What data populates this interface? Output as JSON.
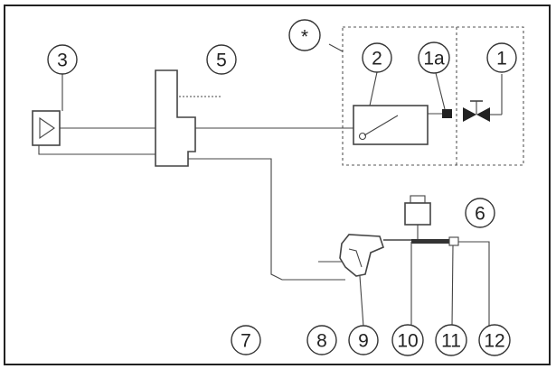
{
  "callouts": [
    {
      "id": "c-star",
      "label": "*"
    },
    {
      "id": "c-3",
      "label": "3"
    },
    {
      "id": "c-5",
      "label": "5"
    },
    {
      "id": "c-2",
      "label": "2"
    },
    {
      "id": "c-1a",
      "label": "1a"
    },
    {
      "id": "c-1",
      "label": "1"
    },
    {
      "id": "c-6",
      "label": "6"
    },
    {
      "id": "c-7",
      "label": "7"
    },
    {
      "id": "c-8",
      "label": "8"
    },
    {
      "id": "c-9",
      "label": "9"
    },
    {
      "id": "c-10",
      "label": "10"
    },
    {
      "id": "c-11",
      "label": "11"
    },
    {
      "id": "c-12",
      "label": "12"
    }
  ]
}
